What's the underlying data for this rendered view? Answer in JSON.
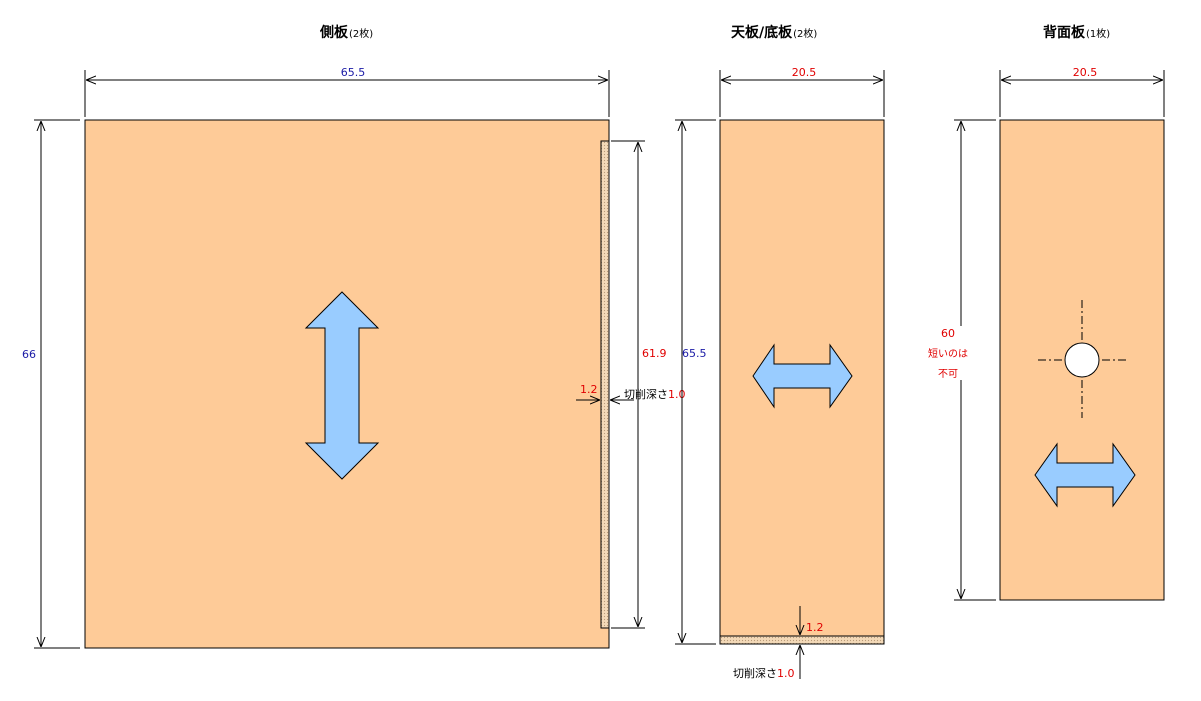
{
  "panels": {
    "side": {
      "title": "側板",
      "count": "(2枚)",
      "width": "65.5",
      "height": "66",
      "groove_length": "61.9",
      "groove_width": "1.2",
      "cut_depth_label": "切削深さ",
      "cut_depth_value": "1.0"
    },
    "top_bottom": {
      "title": "天板/底板",
      "count": "(2枚)",
      "width": "20.5",
      "height": "65.5",
      "groove_width": "1.2",
      "cut_depth_label": "切削深さ",
      "cut_depth_value": "1.0"
    },
    "back": {
      "title": "背面板",
      "count": "(1枚)",
      "width": "20.5",
      "height": "60",
      "note_line1": "短いのは",
      "note_line2": "不可"
    }
  },
  "colors": {
    "board": "#fecb98",
    "arrow": "#99ccff",
    "groove": "#f3d9b8",
    "dim_blue": "#1a1aa6",
    "dim_red": "#e00000",
    "line": "#000000"
  },
  "icons": [
    "grain-direction-vertical-icon",
    "grain-direction-horizontal-icon",
    "hole-icon"
  ]
}
